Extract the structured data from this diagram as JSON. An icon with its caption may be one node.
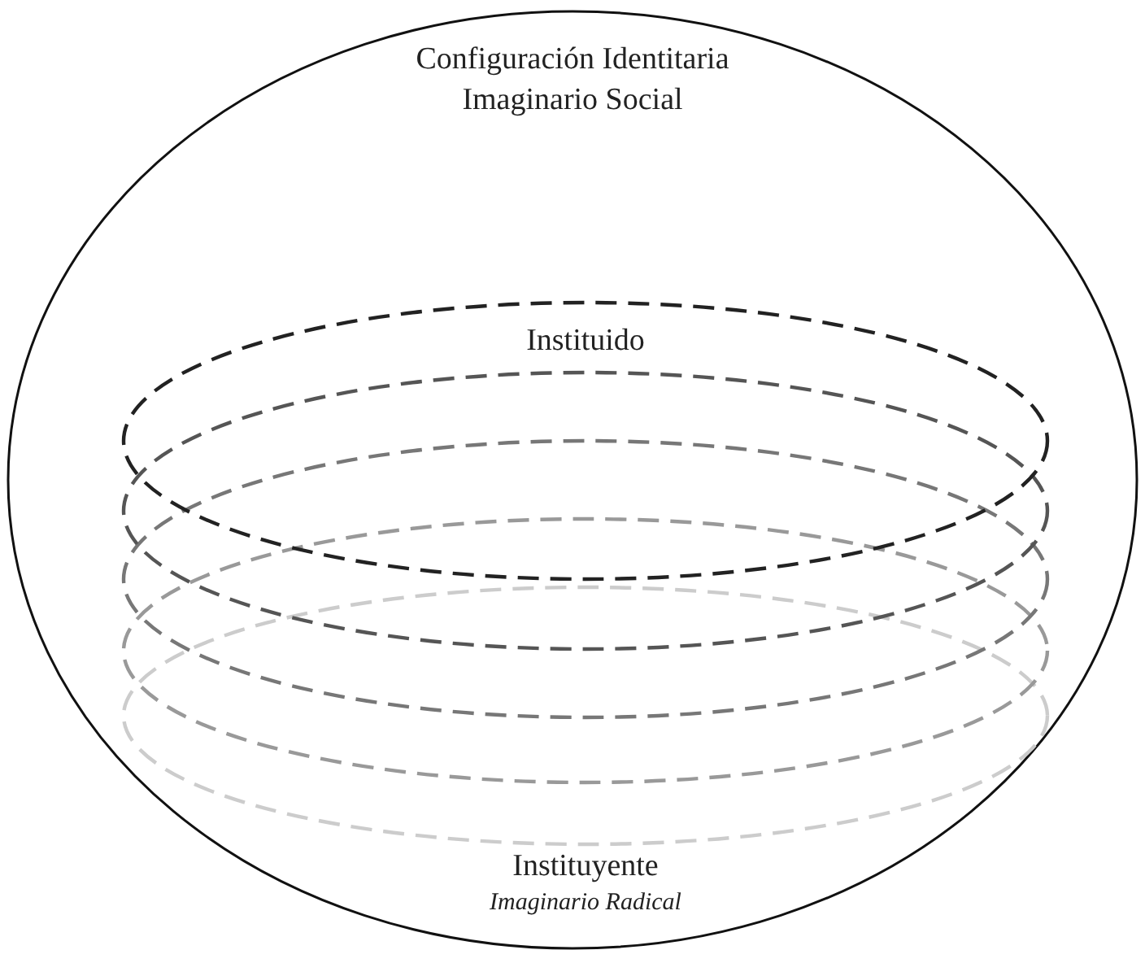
{
  "diagram": {
    "nodes": [
      {
        "text": [
          "Configuración Identitaria Imaginario Social"
        ]
      },
      {
        "text": [
          "Instituido"
        ],
        "in": 0
      },
      {
        "text": [],
        "shape": "ellipse",
        "in": 0
      },
      {
        "text": [],
        "shape": "ellipse",
        "in": 0
      },
      {
        "text": [],
        "shape": "ellipse",
        "in": 0
      },
      {
        "text": [],
        "shape": "ellipse",
        "in": 0
      }
    ],
    "labels": [
      "Instituyente",
      "Imaginario Radical"
    ]
  }
}
